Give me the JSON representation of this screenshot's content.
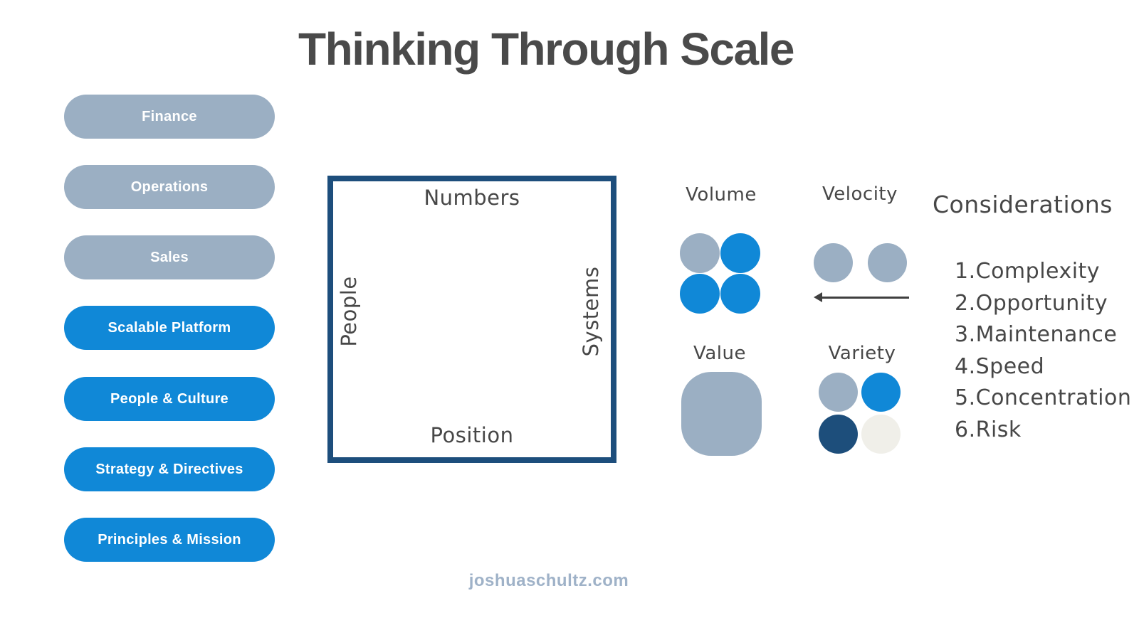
{
  "page": {
    "title": "Thinking Through Scale",
    "footer": "joshuaschultz.com"
  },
  "colors": {
    "slate_gray": "#9BAFC3",
    "brand_blue": "#1088D7",
    "navy": "#1D4E7B",
    "off_white": "#F0EFE9",
    "title_gray": "#4A4A4A",
    "handwriting_ink": "#474747",
    "arrow_gray": "#3F3F3F",
    "footer_gray": "#9FB2C8"
  },
  "org_layers": [
    {
      "label": "Finance",
      "tone": "gray"
    },
    {
      "label": "Operations",
      "tone": "gray"
    },
    {
      "label": "Sales",
      "tone": "gray"
    },
    {
      "label": "Scalable Platform",
      "tone": "blue"
    },
    {
      "label": "People & Culture",
      "tone": "blue"
    },
    {
      "label": "Strategy & Directives",
      "tone": "blue"
    },
    {
      "label": "Principles & Mission",
      "tone": "blue"
    }
  ],
  "matrix": {
    "top": "Numbers",
    "left": "People",
    "right": "Systems",
    "bottom": "Position"
  },
  "four_vs": {
    "volume": {
      "label": "Volume",
      "dots": [
        "gray",
        "blue",
        "blue",
        "blue"
      ]
    },
    "velocity": {
      "label": "Velocity",
      "dots": [
        "gray",
        "gray"
      ],
      "arrow_direction": "left"
    },
    "value": {
      "label": "Value",
      "shape_tone": "gray"
    },
    "variety": {
      "label": "Variety",
      "dots": [
        "gray",
        "blue",
        "navy",
        "offwhite"
      ]
    }
  },
  "considerations": {
    "title": "Considerations",
    "items": [
      "1.Complexity",
      "2.Opportunity",
      "3.Maintenance",
      "4.Speed",
      "5.Concentration",
      "6.Risk"
    ]
  }
}
